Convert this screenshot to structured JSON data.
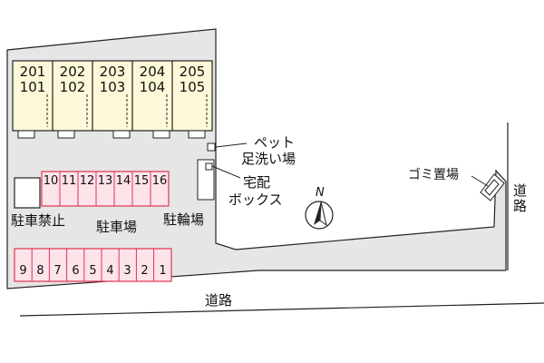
{
  "units": {
    "upper": [
      "201",
      "202",
      "203",
      "204",
      "205"
    ],
    "lower": [
      "101",
      "102",
      "103",
      "104",
      "105"
    ]
  },
  "parking_upper": [
    "10",
    "11",
    "12",
    "13",
    "14",
    "15",
    "16"
  ],
  "parking_lower": [
    "9",
    "8",
    "7",
    "6",
    "5",
    "4",
    "3",
    "2",
    "1"
  ],
  "labels": {
    "pet_line1": "ペット",
    "pet_line2": "足洗い場",
    "delivery_line1": "宅配",
    "delivery_line2": "ボックス",
    "garbage": "ゴミ置場",
    "no_parking": "駐車禁止",
    "parking": "駐車場",
    "bicycle": "駐輪場",
    "road_bottom": "道路",
    "road_right": "道路",
    "compass": "N"
  },
  "colors": {
    "lot": "#e6e6e6",
    "building": "#fdf9d8",
    "parking_fill": "#fde3ea",
    "parking_border": "#e0344f",
    "line": "#222222"
  }
}
